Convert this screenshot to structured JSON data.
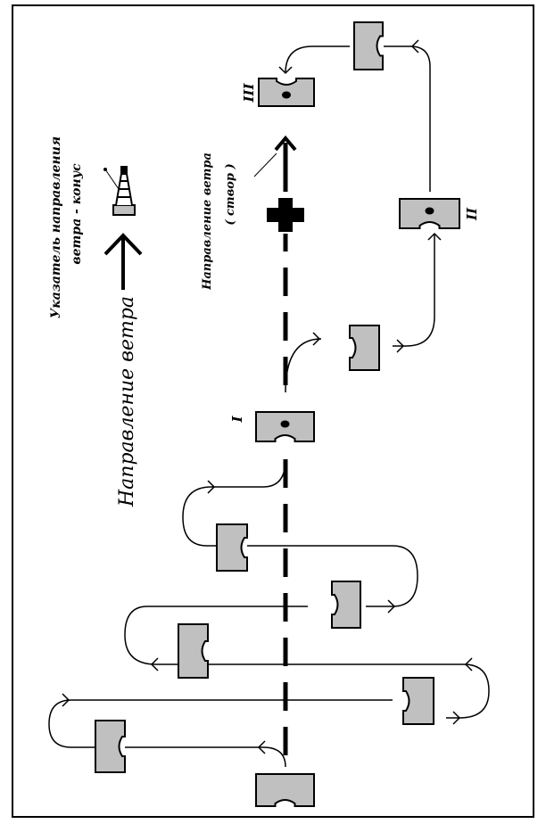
{
  "labels": {
    "cone_pointer_line1": "Указатель направления",
    "cone_pointer_line2": "ветра - конус",
    "wind_direction_big": "Направление ветра",
    "wind_direction_alignment_line1": "Направление ветра",
    "wind_direction_alignment_line2": "( створ )",
    "position_1": "I",
    "position_2": "II",
    "position_3": "III"
  },
  "colors": {
    "plane_fill": "#c0c0c0",
    "stroke": "#000000",
    "background": "#ffffff"
  }
}
